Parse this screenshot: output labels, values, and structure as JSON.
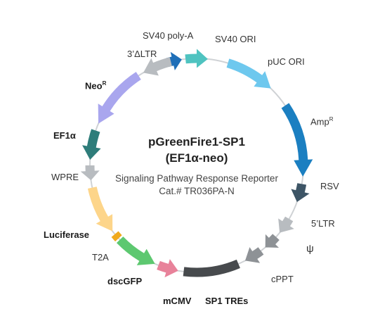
{
  "plasmid": {
    "name": "pGreenFire1-SP1",
    "promoter": "(EF1α-neo)",
    "description": "Signaling Pathway Response Reporter",
    "catalog": "Cat.# TR036PA-N"
  },
  "features": [
    {
      "id": "sv40-polya",
      "label": "SV40 poly-A",
      "color": "#1f6fb8",
      "bold": false
    },
    {
      "id": "sv40-ori",
      "label": "SV40 ORI",
      "color": "#4fc3c0",
      "bold": false
    },
    {
      "id": "puc-ori",
      "label": "pUC ORI",
      "color": "#6ec8ee",
      "bold": false
    },
    {
      "id": "ampr",
      "label": "Amp",
      "sup": "R",
      "color": "#1b7fc1",
      "bold": false
    },
    {
      "id": "rsv",
      "label": "RSV",
      "color": "#3d5566",
      "bold": false
    },
    {
      "id": "5ltr",
      "label": "5’LTR",
      "color": "#b8bcc0",
      "bold": false
    },
    {
      "id": "psi",
      "label": "ψ",
      "color": "#8e9296",
      "bold": false
    },
    {
      "id": "cppt",
      "label": "cPPT",
      "color": "#8e9296",
      "bold": false
    },
    {
      "id": "sp1-tres",
      "label": "SP1 TREs",
      "color": "#474a4d",
      "bold": true
    },
    {
      "id": "mcmv",
      "label": "mCMV",
      "color": "#e8829a",
      "bold": true
    },
    {
      "id": "dscgfp",
      "label": "dscGFP",
      "color": "#5dc870",
      "bold": true
    },
    {
      "id": "t2a",
      "label": "T2A",
      "color": "#f0a91c",
      "bold": false
    },
    {
      "id": "luciferase",
      "label": "Luciferase",
      "color": "#fdd58a",
      "bold": true
    },
    {
      "id": "wpre",
      "label": "WPRE",
      "color": "#b8bcc0",
      "bold": false
    },
    {
      "id": "ef1a",
      "label": "EF1α",
      "color": "#2e7d7a",
      "bold": true
    },
    {
      "id": "neor",
      "label": "Neo",
      "sup": "R",
      "color": "#a9a6ee",
      "bold": true
    },
    {
      "id": "3ltr",
      "label": "3’ΔLTR",
      "color": "#b8bcc0",
      "bold": false
    }
  ]
}
